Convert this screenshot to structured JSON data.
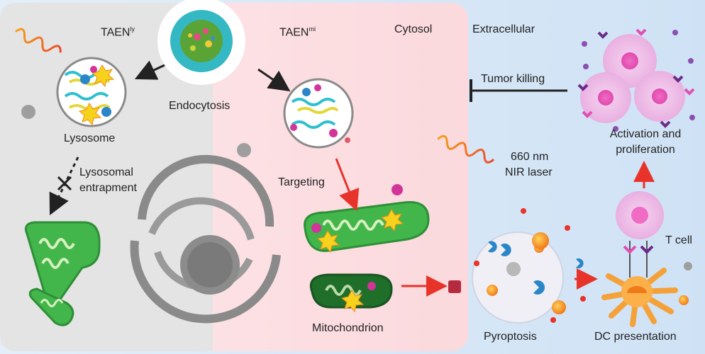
{
  "panels": {
    "left_title": "TAEN",
    "left_title_sup": "ly",
    "middle_title": "TAEN",
    "middle_title_sup": "mi",
    "cytosol": "Cytosol",
    "extracellular": "Extracellular"
  },
  "labels": {
    "endocytosis": "Endocytosis",
    "lysosome": "Lysosome",
    "lysosomal_entrapment_1": "Lysosomal",
    "lysosomal_entrapment_2": "entrapment",
    "targeting": "Targeting",
    "laser_1": "660 nm",
    "laser_2": "NIR laser",
    "tumor_killing": "Tumor killing",
    "activation_1": "Activation and",
    "activation_2": "proliferation",
    "t_cell": "T cell",
    "mitochondrion": "Mitochondrion",
    "pyroptosis": "Pyroptosis",
    "dc_presentation": "DC presentation"
  },
  "colors": {
    "left_panel": "#e6e6e6",
    "middle_panel": "#fde3e6",
    "right_panel": "#dcebf8",
    "arrow_red": "#e8332a",
    "mito_green": "#3fae49",
    "t_cell_pink": "#f1b9ea"
  }
}
